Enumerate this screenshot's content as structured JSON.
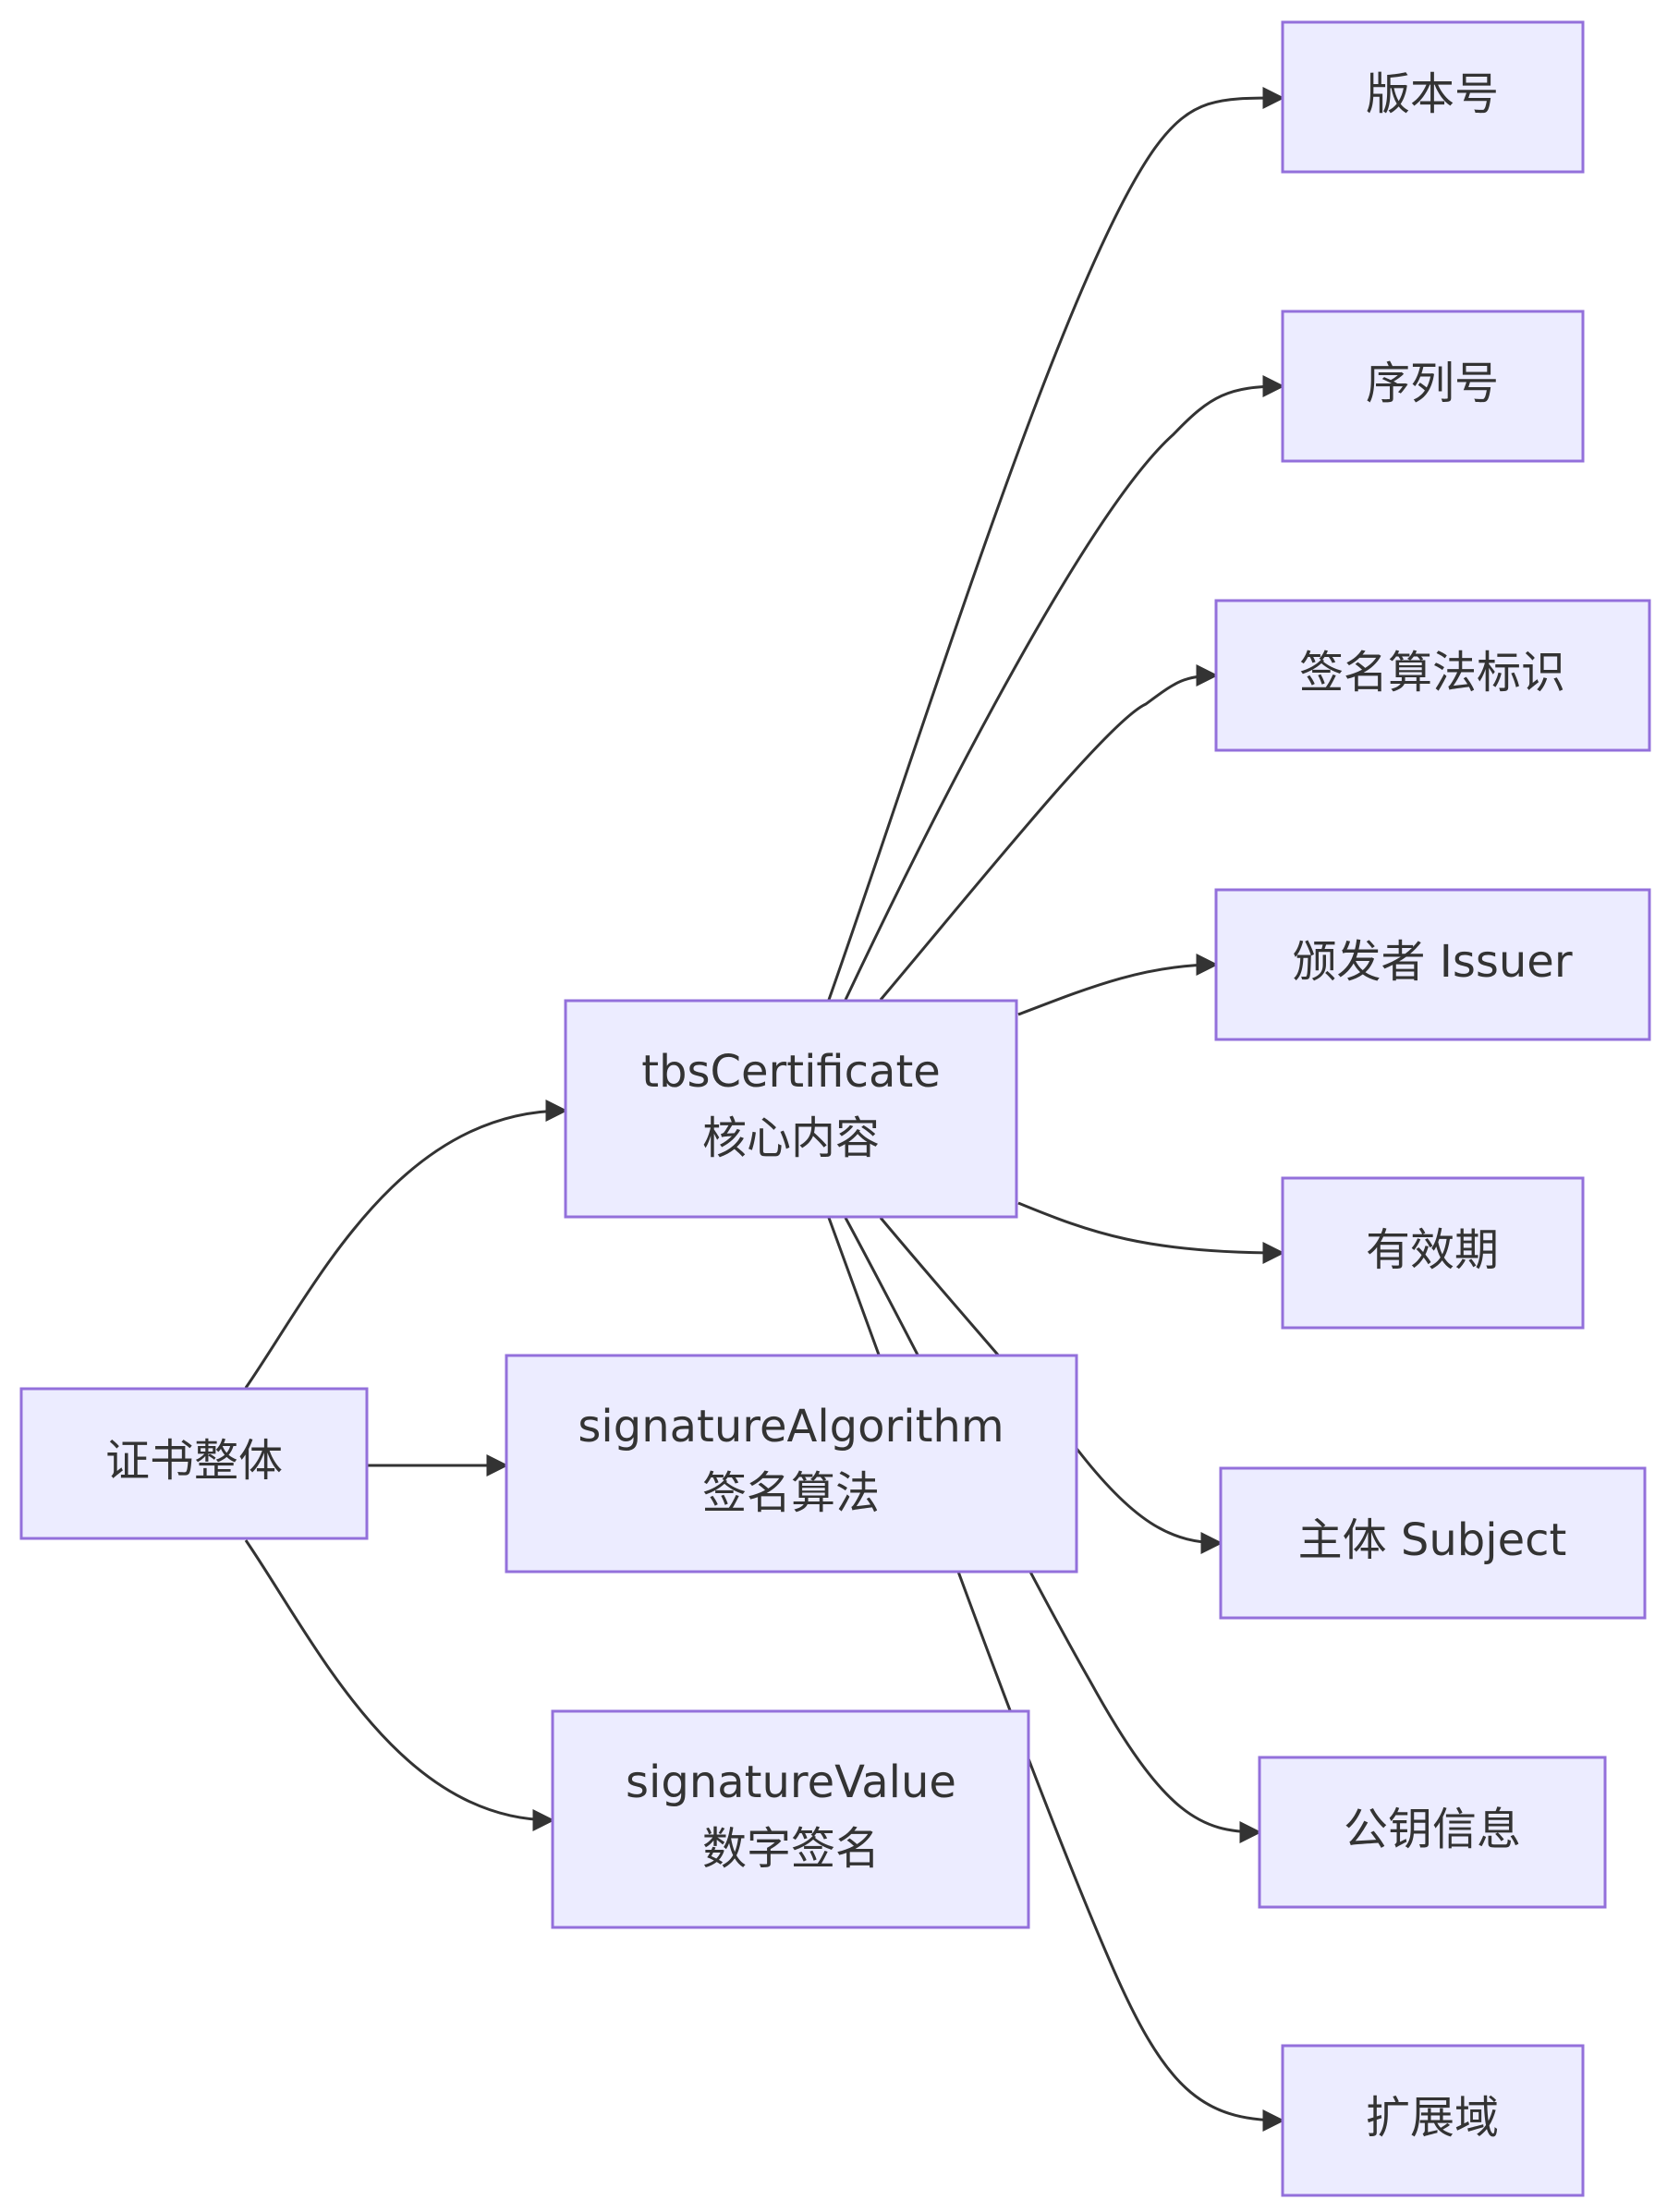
{
  "diagram": {
    "type": "flowchart",
    "direction": "LR",
    "colors": {
      "node_fill": "#ECECFF",
      "node_border": "#9370DB",
      "edge": "#333333",
      "text": "#333333",
      "background": "#FFFFFF"
    },
    "nodes": {
      "root": {
        "lines": [
          "证书整体"
        ]
      },
      "tbs": {
        "lines": [
          "tbsCertificate",
          "核心内容"
        ]
      },
      "sigalg": {
        "lines": [
          "signatureAlgorithm",
          "签名算法"
        ]
      },
      "sigval": {
        "lines": [
          "signatureValue",
          "数字签名"
        ]
      },
      "version": {
        "lines": [
          "版本号"
        ]
      },
      "serial": {
        "lines": [
          "序列号"
        ]
      },
      "algid": {
        "lines": [
          "签名算法标识"
        ]
      },
      "issuer": {
        "lines": [
          "颁发者 Issuer"
        ]
      },
      "validity": {
        "lines": [
          "有效期"
        ]
      },
      "subject": {
        "lines": [
          "主体 Subject"
        ]
      },
      "pubkey": {
        "lines": [
          "公钥信息"
        ]
      },
      "ext": {
        "lines": [
          "扩展域"
        ]
      }
    },
    "edges": [
      {
        "from": "root",
        "to": "tbs"
      },
      {
        "from": "root",
        "to": "sigalg"
      },
      {
        "from": "root",
        "to": "sigval"
      },
      {
        "from": "tbs",
        "to": "version"
      },
      {
        "from": "tbs",
        "to": "serial"
      },
      {
        "from": "tbs",
        "to": "algid"
      },
      {
        "from": "tbs",
        "to": "issuer"
      },
      {
        "from": "tbs",
        "to": "validity"
      },
      {
        "from": "tbs",
        "to": "subject"
      },
      {
        "from": "tbs",
        "to": "pubkey"
      },
      {
        "from": "tbs",
        "to": "ext"
      }
    ]
  }
}
